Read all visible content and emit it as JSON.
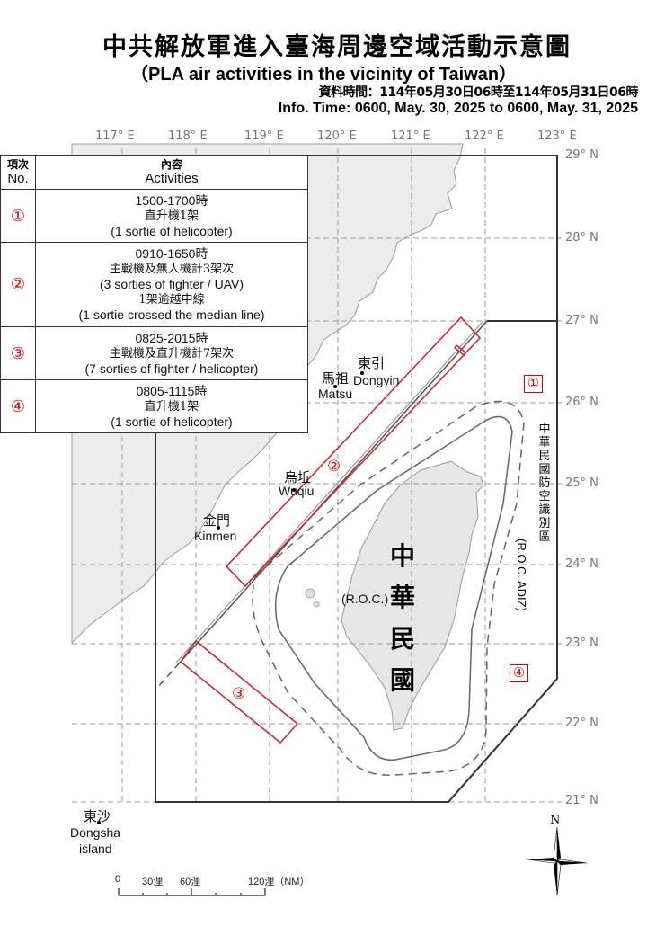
{
  "header": {
    "title_zh": "中共解放軍進入臺海周邊空域活動示意圖",
    "title_en": "（PLA air activities in the vicinity of Taiwan）",
    "info_time_zh": "資料時間：114年05月30日06時至114年05月31日06時",
    "info_time_en": "Info. Time: 0600, May. 30, 2025 to 0600, May. 31, 2025"
  },
  "axes": {
    "longitude_labels": [
      "117° E",
      "118° E",
      "119° E",
      "120° E",
      "121° E",
      "122° E",
      "123° E"
    ],
    "latitude_labels": [
      "29° N",
      "28° N",
      "27° N",
      "26° N",
      "25° N",
      "24° N",
      "23° N",
      "22° N",
      "21° N"
    ]
  },
  "legend": {
    "header_no_zh": "項次",
    "header_no_en": "No.",
    "header_act_zh": "內容",
    "header_act_en": "Activities",
    "rows": [
      {
        "no": "①",
        "time": "1500-1700時",
        "zh": "直升機1架",
        "en": "(1 sortie of helicopter)",
        "zh2": "",
        "en2": ""
      },
      {
        "no": "②",
        "time": "0910-1650時",
        "zh": "主戰機及無人機計3架次",
        "en": "(3 sorties of fighter / UAV)",
        "zh2": "1架逾越中線",
        "en2": "(1 sortie crossed the median line)"
      },
      {
        "no": "③",
        "time": "0825-2015時",
        "zh": "主戰機及直升機計7架次",
        "en": "(7 sorties of fighter / helicopter)",
        "zh2": "",
        "en2": ""
      },
      {
        "no": "④",
        "time": "0805-1115時",
        "zh": "直升機1架",
        "en": "(1 sortie of helicopter)",
        "zh2": "",
        "en2": ""
      }
    ]
  },
  "places": {
    "dongyin_zh": "東引",
    "dongyin_en": "Dongyin",
    "matsu_zh": "馬祖",
    "matsu_en": "Matsu",
    "wuqiu_zh": "烏坵",
    "wuqiu_en": "Wuqiu",
    "kinmen_zh": "金門",
    "kinmen_en": "Kinmen",
    "dongsha_zh": "東沙",
    "dongsha_en1": "Dongsha",
    "dongsha_en2": "island",
    "roc_zh": "中華民國",
    "roc_en": "(R.O.C.)"
  },
  "adiz": {
    "label_zh": "中華民國防空識別區",
    "label_en": "(R.O.C. ADIZ)"
  },
  "activity_areas": {
    "a1": "①",
    "a2": "②",
    "a3": "③",
    "a4": "④"
  },
  "scale": {
    "t0": "0",
    "t30": "30浬",
    "t60": "60浬",
    "t120": "120浬（NM）"
  },
  "compass": {
    "north": "N"
  },
  "colors": {
    "activity_red": "#d0202a",
    "land": "#ececec",
    "grid": "#9a9a9a",
    "adiz_border": "#333333"
  }
}
